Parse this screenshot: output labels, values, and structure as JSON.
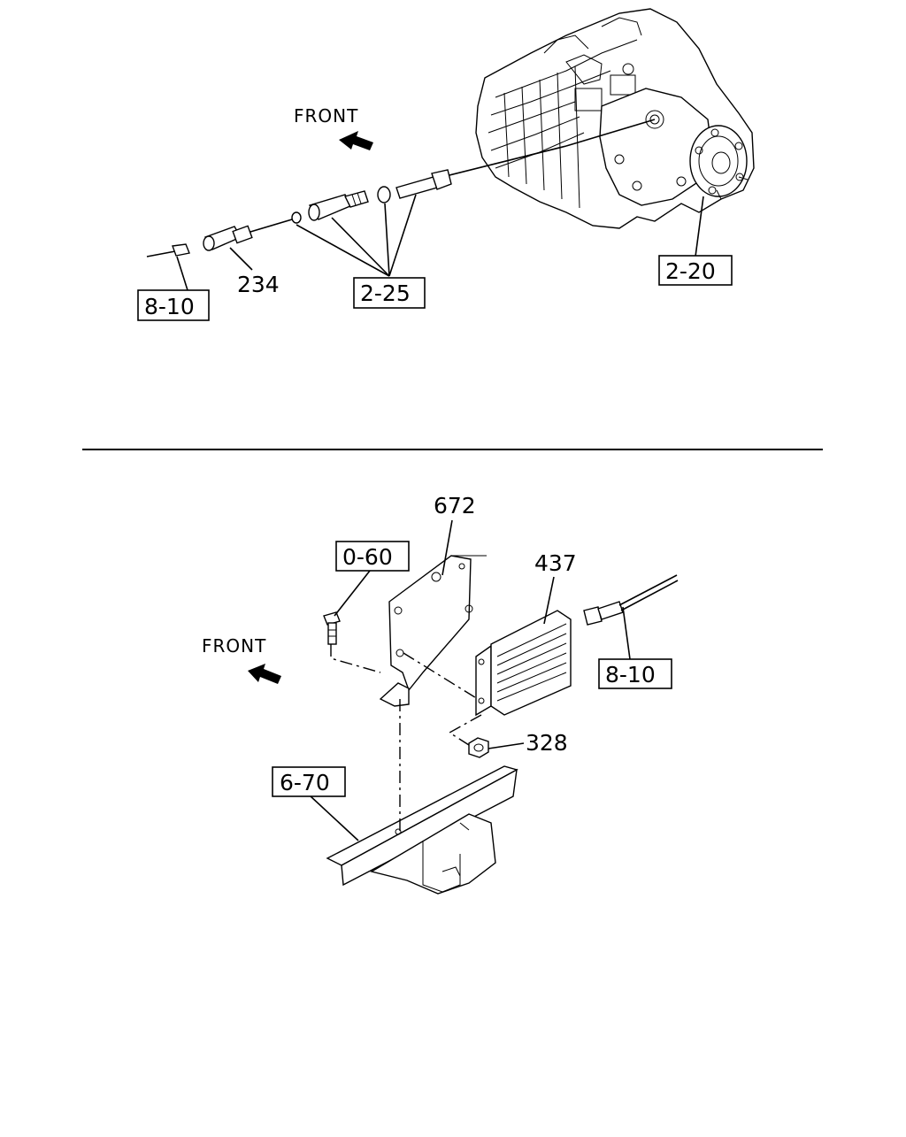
{
  "top_section": {
    "front_label": "FRONT",
    "callouts": {
      "ref_8_10": "8-10",
      "part_234": "234",
      "ref_2_25": "2-25",
      "ref_2_20": "2-20"
    }
  },
  "bottom_section": {
    "front_label": "FRONT",
    "callouts": {
      "part_672": "672",
      "ref_0_60": "0-60",
      "part_437": "437",
      "ref_8_10": "8-10",
      "part_328": "328",
      "ref_6_70": "6-70"
    }
  }
}
